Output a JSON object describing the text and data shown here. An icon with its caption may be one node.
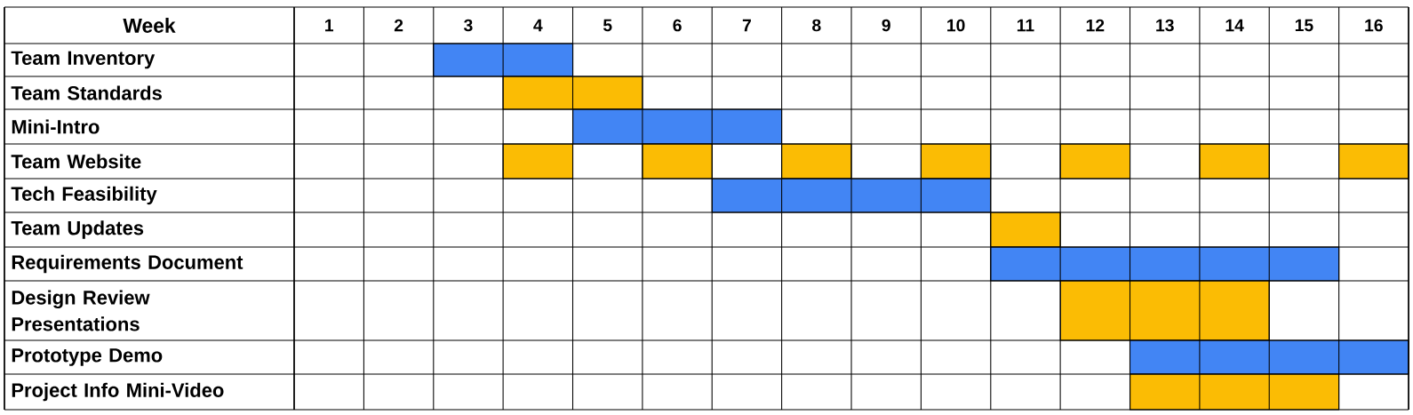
{
  "diagram": {
    "nodes": [
      {
        "text": [],
        "shape": "bar"
      },
      {
        "text": [],
        "shape": "bar"
      },
      {
        "text": [],
        "shape": "bar"
      },
      {
        "text": [],
        "shape": "bar"
      },
      {
        "text": [],
        "shape": "bar"
      },
      {
        "text": [],
        "shape": "bar"
      },
      {
        "text": [],
        "shape": "bar"
      },
      {
        "text": [],
        "shape": "bar"
      },
      {
        "text": [],
        "shape": "bar"
      },
      {
        "text": [],
        "shape": "bar"
      },
      {
        "text": [],
        "shape": "bar"
      },
      {
        "text": [],
        "shape": "bar"
      },
      {
        "text": [],
        "shape": "bar"
      },
      {
        "text": [],
        "shape": "bar"
      },
      {
        "text": [],
        "shape": "bar"
      },
      {
        "text": [],
        "shape": "bar"
      }
    ],
    "labels": [
      "Week",
      "1",
      "2",
      "3",
      "4",
      "5",
      "6",
      "7",
      "8",
      "9",
      "10",
      "11",
      "12",
      "13",
      "14",
      "15",
      "16",
      "Team Inventory",
      "Team Standards",
      "Mini-Intro",
      "Team Website",
      "Tech Feasibility",
      "Team Updates",
      "Requirements Document",
      "Design Review Presentations",
      "Prototype Demo",
      "Project Info Mini-Video"
    ]
  }
}
